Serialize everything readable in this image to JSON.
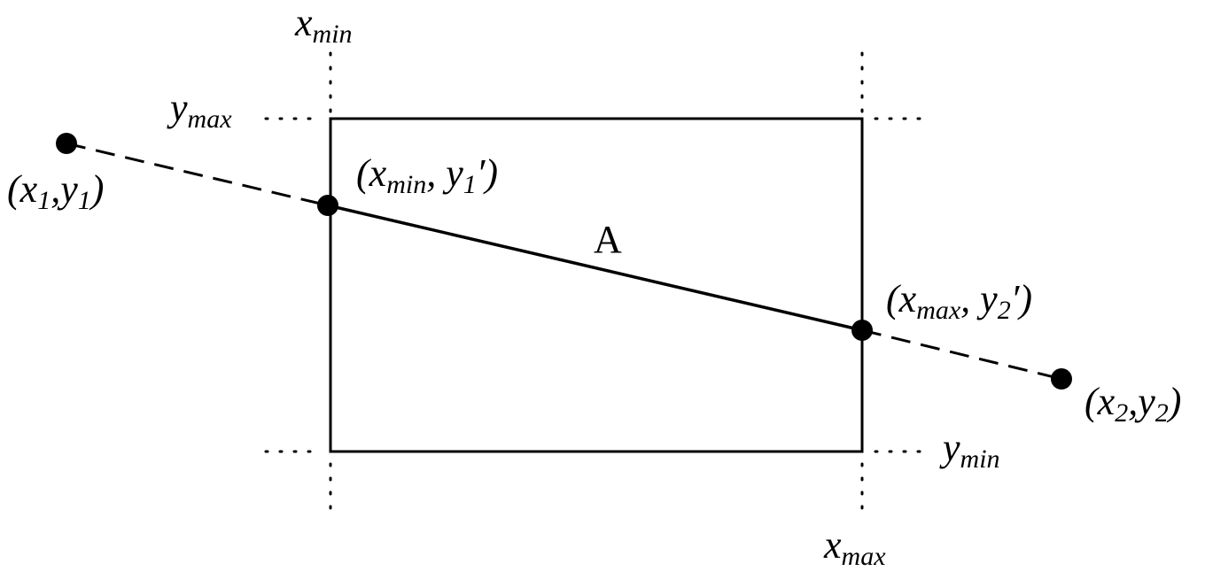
{
  "diagram": {
    "clip_window": {
      "labels": {
        "xmin_base": "x",
        "xmin_sub": "min",
        "xmax_base": "x",
        "xmax_sub": "max",
        "ymax_base": "y",
        "ymax_sub": "max",
        "ymin_base": "y",
        "ymin_sub": "min"
      }
    },
    "segment_label": "A",
    "points": {
      "p1": {
        "open": "(",
        "x": "x",
        "xsub": "1",
        "sep": ",",
        "y": "y",
        "ysub": "1",
        "close": ")"
      },
      "p2": {
        "open": "(",
        "x": "x",
        "xsub": "2",
        "sep": ",",
        "y": "y",
        "ysub": "2",
        "close": ")"
      },
      "i1": {
        "open": "(",
        "x": "x",
        "xsub": "min",
        "sep": ", ",
        "y": "y",
        "ysub": "1",
        "prime": "′",
        "close": ")"
      },
      "i2": {
        "open": "(",
        "x": "x",
        "xsub": "max",
        "sep": ", ",
        "y": "y",
        "ysub": "2",
        "prime": "′",
        "close": ")"
      }
    },
    "colors": {
      "stroke": "#000000",
      "background": "#ffffff"
    }
  }
}
